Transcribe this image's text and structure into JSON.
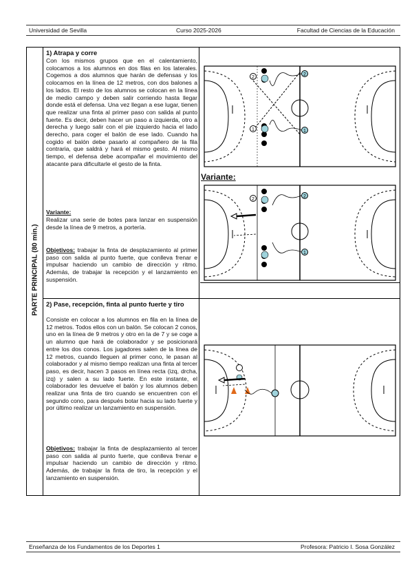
{
  "header": {
    "university": "Universidad de Sevilla",
    "course": "Curso 2025-2026",
    "faculty": "Facultad de Ciencias de la Educación"
  },
  "footer": {
    "subject": "Enseñanza de los Fundamentos de los Deportes 1",
    "professor": "Profesora: Patricio I. Sosa González"
  },
  "sidebar": {
    "label": "PARTE PRINCIPAL (80 min.)"
  },
  "exercise1": {
    "title": "1) Atrapa y corre",
    "text": "Con los mismos grupos que en el calentamiento, colocamos a los alumnos en dos filas en los laterales. Cogemos a dos alumnos que harán de defensas y los colocamos en la línea de 12 metros, con dos balones a los lados. El resto de los alumnos se colocan en la línea de medio campo y deben salir corriendo hasta llegar donde está el defensa. Una vez llegan a ese lugar, tienen que realizar una finta al primer paso con salida al punto fuerte. Es decir, deben hacer un paso a izquierda, otro a derecha y luego salir con el pie izquierdo hacia el lado derecho, para coger el balón de ese lado. Cuando ha cogido el balón debe pasarlo al compañero de la fila contraria, que saldrá y hará el mismo gesto. Al mismo tiempo, el defensa debe acompañar el movimiento del atacante para dificultarle el gesto de la finta.",
    "variant_label": "Variante:",
    "variant_text": "Realizar una serie de botes para lanzar en suspensión desde la línea de 9 metros, a portería.",
    "objectives_label": "Objetivos:",
    "objectives_text": "trabajar la finta de desplazamiento al primer paso con salida al punto fuerte, que conlleva frenar e impulsar haciendo un cambio de dirección y ritmo. Además, de trabajar la recepción y el lanzamiento en suspensión."
  },
  "variant_heading": "Variante:",
  "exercise2": {
    "title": "2) Pase, recepción, finta al punto fuerte y tiro",
    "text": "Consiste en colocar a los alumnos en fila en la línea de 12 metros. Todos ellos con un balón. Se colocan 2 conos, uno en la línea de 9 metros y otro en la de 7 y se coge a un alumno que hará de colaborador y se posicionará entre los dos conos. Los jugadores salen de la línea de 12 metros, cuando lleguen al primer cono, le pasan al colaborador y al mismo tiempo realizan una finta al tercer paso, es decir, hacen 3 pasos en línea recta (izq, drcha, izq) y salen a su lado fuerte. En este instante, el colaborador les devuelve el balón y los alumnos deben realizar una finta de tiro cuando se encuentren con el segundo cono, para después botar hacia su lado fuerte y por último realizar un lanzamiento en suspensión.",
    "objectives_label": "Objetivos:",
    "objectives_text": "trabajar la finta de desplazamiento al tercer paso con salida al punto fuerte, que conlleva frenar e impulsar haciendo un cambio de dirección y ritmo. Además, de trabajar la finta de tiro, la recepción y el lanzamiento en suspensión."
  },
  "diagram_labels": {
    "p1": "1",
    "p2": "2"
  },
  "colors": {
    "player_fill": "#9fd3dc",
    "cone": "#e06a1b",
    "line": "#000000"
  }
}
